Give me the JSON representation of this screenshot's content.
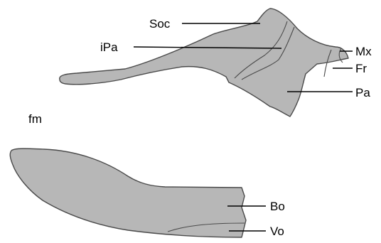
{
  "labels": {
    "soc": "Soc",
    "ipa": "iPa",
    "mx": "Mx",
    "fr": "Fr",
    "pa": "Pa",
    "fm": "fm",
    "bo": "Bo",
    "vo": "Vo"
  },
  "colors": {
    "bone_fill": "#b7b7b7",
    "outline": "#4a4a4a",
    "leader": "#000000",
    "background": "#ffffff"
  }
}
